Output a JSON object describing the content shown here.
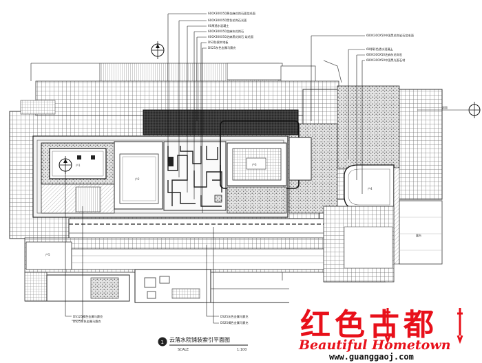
{
  "drawing": {
    "title": "云落水院铺装索引平面图",
    "scale_word": "SCALE",
    "scale_value": "1:100",
    "section_number": "1"
  },
  "callouts_top": [
    "600X300X50黄金麻花岗石面烧毛面",
    "600X300X50黑色花岗石光面",
    "60厚透水混凝土",
    "600X300X50芝麻灰花岗石",
    "600X300X50芝麻黑花岗石 烧毛面",
    "DS2防腐木地板",
    "DS25灰色金属马赛克"
  ],
  "callouts_right": [
    "600X300X50中国黑花岗岩石烧毛面",
    "60厚彩色透水混凝土",
    "600X300X50芝麻灰花岗石",
    "600X300X50中国黑光面石材"
  ],
  "callouts_bottom_left": [
    "DS125褐色金属马赛克",
    "DS25灰色金属马赛克"
  ],
  "callouts_bottom_mid": [
    "DS25灰色金属马赛克",
    "DS25褐色金属马赛克"
  ],
  "room_labels": {
    "pool_left": "户1",
    "pool_mid": "户2",
    "deck": "户3",
    "lawn": "户4",
    "side": "露台",
    "lower_left": "户5"
  },
  "right_section_label": "剖面",
  "watermark": {
    "cn": "红色古都",
    "en": "Beautiful Hometown",
    "url": "www.guanggaoj.com",
    "color": "#e8101a"
  }
}
